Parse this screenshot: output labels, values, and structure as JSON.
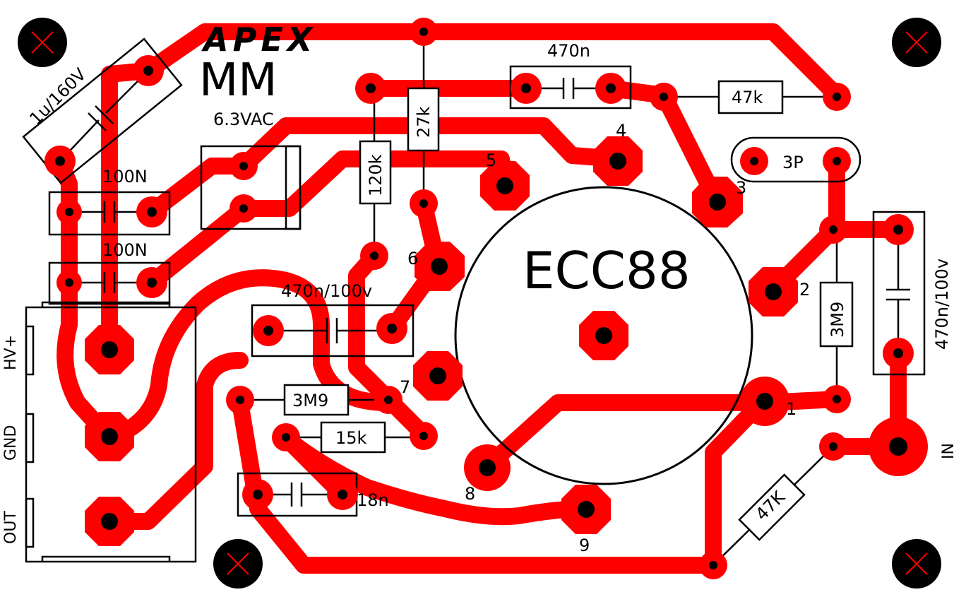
{
  "brand": {
    "logo_text": "APEX",
    "subtitle": "MM"
  },
  "colors": {
    "trace": "#ff0000",
    "outline": "#000000",
    "background": "#ffffff"
  },
  "components": {
    "cap_1u160v": "1u/160V",
    "cap_100n_a": "100N",
    "cap_100n_b": "100N",
    "cap_470n_top": "470n",
    "cap_470n100v_mid": "470n/100v",
    "cap_470n100v_right": "470n/100v",
    "cap_18n": "18n",
    "cap_3p": "3P",
    "res_47k_top": "47k",
    "res_27k": "27k",
    "res_120k": "120k",
    "res_3m9_mid": "3M9",
    "res_3m9_right": "3M9",
    "res_15k": "15k",
    "res_47k_bottom": "47K"
  },
  "heater": {
    "label": "6.3VAC"
  },
  "tube": {
    "label": "ECC88"
  },
  "pins": [
    "1",
    "2",
    "3",
    "4",
    "5",
    "6",
    "7",
    "8",
    "9"
  ],
  "connectors": {
    "hv": "HV+",
    "gnd": "GND",
    "out": "OUT",
    "in": "IN"
  },
  "mounting_holes": [
    "mount-hole",
    "mount-hole",
    "mount-hole",
    "mount-hole"
  ]
}
